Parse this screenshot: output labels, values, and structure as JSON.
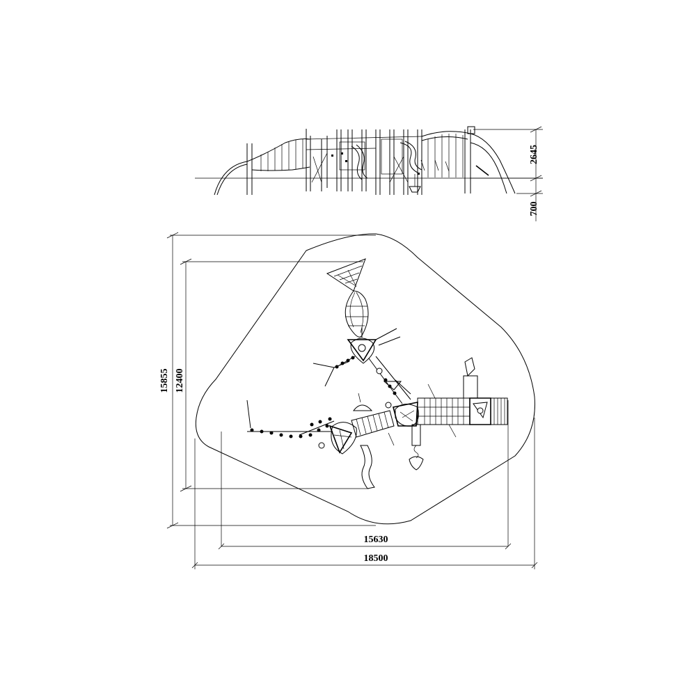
{
  "elevation": {
    "height_label": "2645",
    "depth_label": "700"
  },
  "plan": {
    "overall_depth_label": "15855",
    "structure_depth_label": "12400",
    "structure_width_label": "15630",
    "overall_width_label": "18500"
  }
}
